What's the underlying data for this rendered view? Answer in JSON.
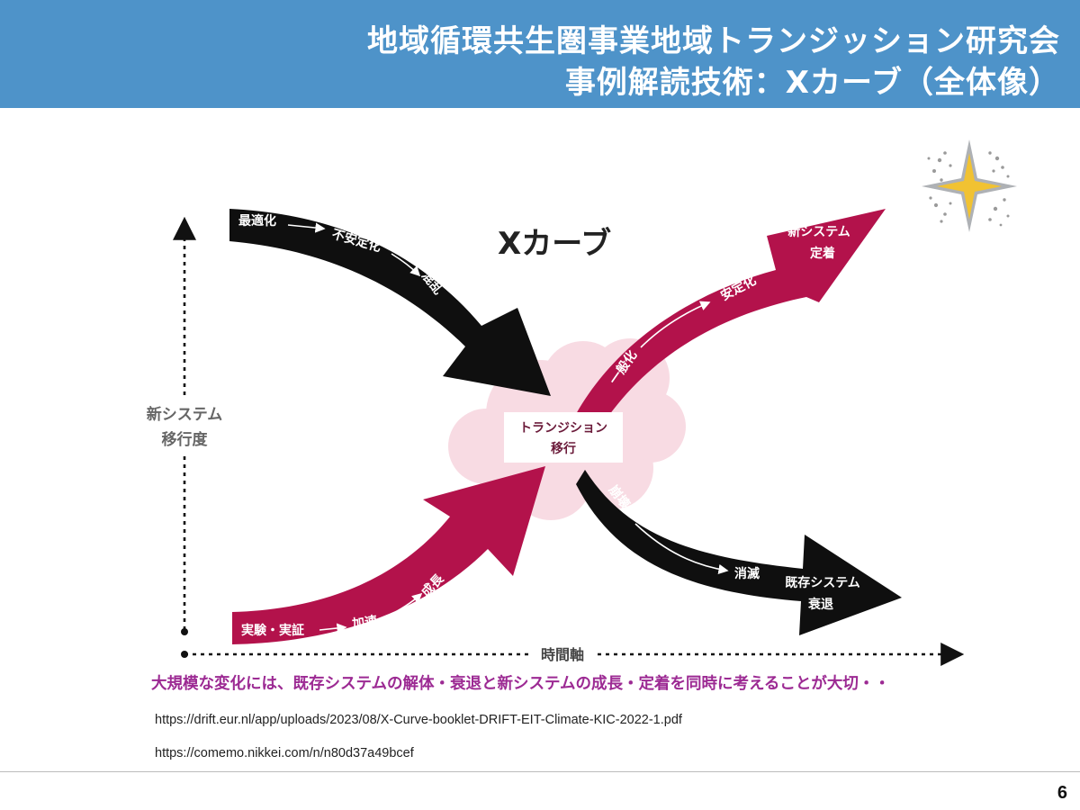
{
  "header": {
    "title_line1": "地域循環共生圏事業地域トランジッション研究会",
    "title_line2": "事例解読技術：Xカーブ（全体像）"
  },
  "diagram": {
    "title": "Xカーブ",
    "y_axis_label_line1": "新システム",
    "y_axis_label_line2": "移行度",
    "x_axis_label": "時間軸",
    "center_label_line1": "トランジション",
    "center_label_line2": "移行",
    "decline_arrow_labels": [
      "最適化",
      "不安定化",
      "混乱"
    ],
    "emergence_arrow_labels": [
      "実験・実証",
      "加速",
      "成長"
    ],
    "new_system_arrow_labels": [
      "一般化",
      "安定化"
    ],
    "new_system_end_line1": "新システム",
    "new_system_end_line2": "定着",
    "breakdown_arrow_labels": [
      "崩壊",
      "消滅"
    ],
    "old_system_end_line1": "既存システム",
    "old_system_end_line2": "衰退"
  },
  "caption": "大規模な変化には、既存システムの解体・衰退と新システムの成長・定着を同時に考えることが大切・・",
  "sources": [
    "https://drift.eur.nl/app/uploads/2023/08/X-Curve-booklet-DRIFT-EIT-Climate-KIC-2022-1.pdf",
    "https://comemo.nikkei.com/n/n80d37a49bcef"
  ],
  "page_number": "6",
  "colors": {
    "header_bg": "#4e93c9",
    "black_arrow": "#0f0f0f",
    "crimson_arrow": "#b3124b",
    "cloud": "#f8dbe3",
    "caption": "#9c2a93",
    "axis_label": "#666666"
  },
  "icons": [
    "sparkle-star-icon"
  ]
}
